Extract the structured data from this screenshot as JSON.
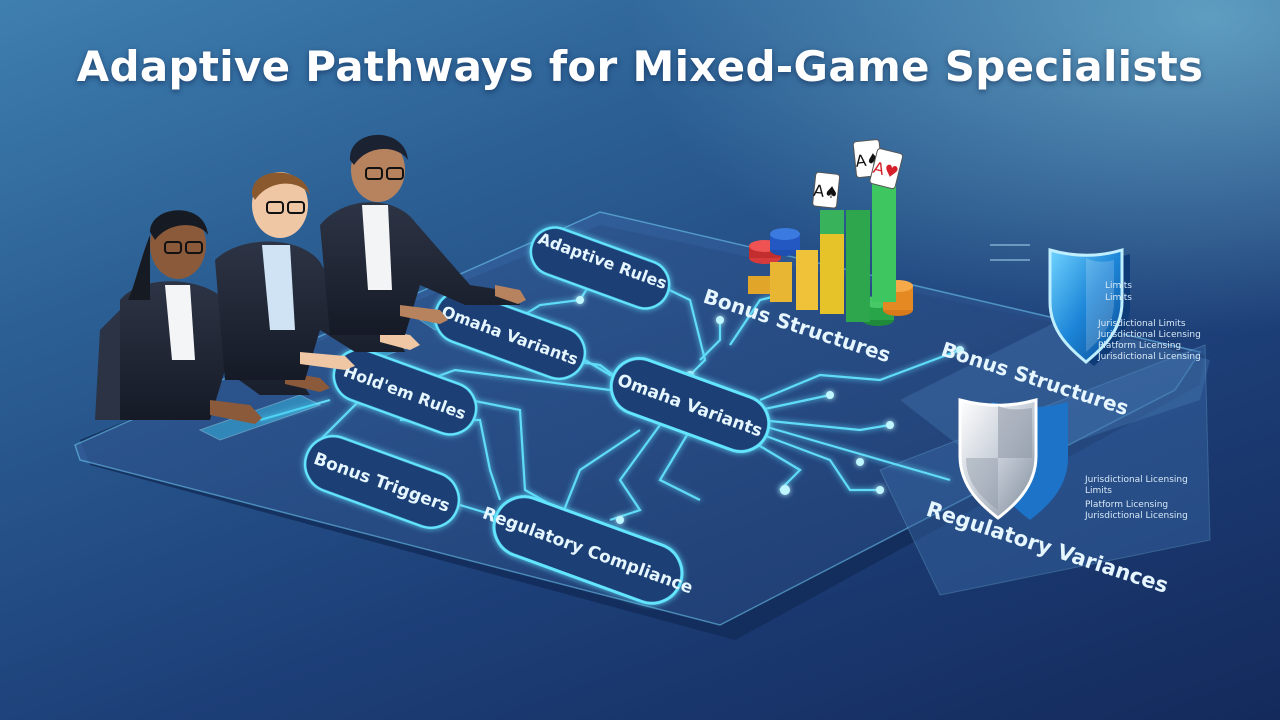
{
  "title": "Adaptive Pathways for Mixed-Game Specialists",
  "diagram": {
    "nodes": {
      "adaptive_rules": "Adaptive Rules",
      "omaha_variants_top": "Omaha Variants",
      "holdem_rules": "Hold'em Rules",
      "omaha_variants_center": "Omaha Variants",
      "bonus_triggers": "Bonus Triggers",
      "regulatory_compliance": "Regulatory Compliance"
    },
    "labels": {
      "bonus_structures_chart": "Bonus Structures",
      "bonus_structures_right": "Bonus Structures",
      "regulatory_variances": "Regulatory Variances"
    },
    "shield_top_notes": [
      "Limits",
      "Limits",
      "Jurisdictional Limits",
      "Jurisdictional Licensing",
      "Platform Licensing",
      "Jurisdictional Licensing"
    ],
    "shield_bottom_notes": [
      "Jurisdictional Licensing",
      "Limits",
      "Platform Licensing",
      "Jurisdictional Licensing"
    ],
    "cards": [
      "A♠",
      "A♠",
      "A♥"
    ],
    "colors": {
      "line": "#5fe3ff",
      "node_fill": "#1e3f75",
      "board": "#27497f"
    }
  }
}
